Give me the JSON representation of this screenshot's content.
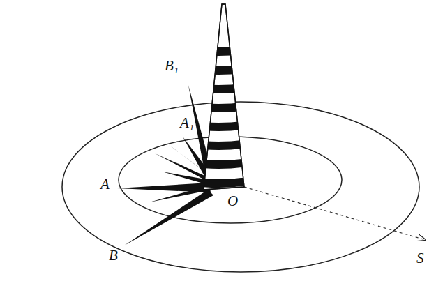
{
  "diagram": {
    "labels": [
      "B₁",
      "A₁",
      "A",
      "O",
      "B",
      "S"
    ]
  }
}
